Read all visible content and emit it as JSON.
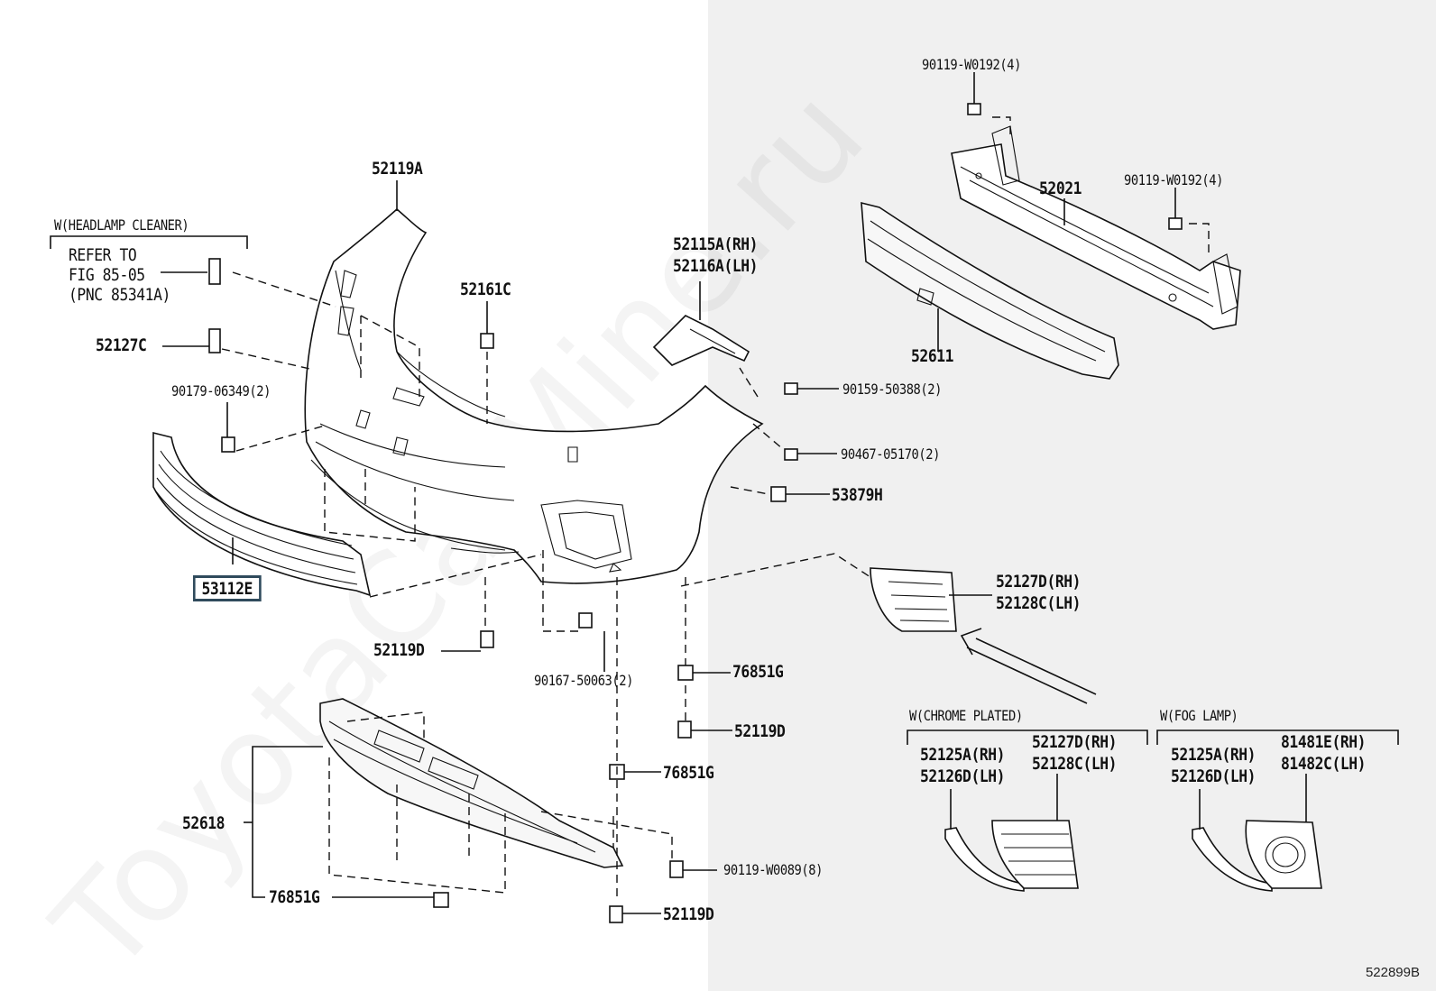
{
  "diagram": {
    "watermark": "ToyotaCarMine.ru",
    "doc_id": "522899B",
    "groups": {
      "headlamp_cleaner": "W(HEADLAMP CLEANER)",
      "chrome_plated": "W(CHROME PLATED)",
      "fog_lamp": "W(FOG LAMP)"
    },
    "refer": {
      "line1": "REFER TO",
      "line2": "FIG 85-05",
      "line3": "(PNC 85341A)"
    },
    "parts": {
      "p52119a": "52119A",
      "p52161c": "52161C",
      "p52127c": "52127C",
      "p90179": "90179-06349(2)",
      "p53112e": "53112E",
      "p52119d_a": "52119D",
      "p90167": "90167-50063(2)",
      "p52115a": "52115A(RH)",
      "p52116a": "52116A(LH)",
      "p90159": "90159-50388(2)",
      "p90467": "90467-05170(2)",
      "p53879h": "53879H",
      "p90119_top": "90119-W0192(4)",
      "p90119_right": "90119-W0192(4)",
      "p52021": "52021",
      "p52611": "52611",
      "p52127d": "52127D(RH)",
      "p52128c": "52128C(LH)",
      "p76851g_a": "76851G",
      "p52119d_b": "52119D",
      "p76851g_b": "76851G",
      "p52618": "52618",
      "p76851g_c": "76851G",
      "p90119_w0089": "90119-W0089(8)",
      "p52119d_c": "52119D",
      "chrome_52125a": "52125A(RH)",
      "chrome_52126d": "52126D(LH)",
      "chrome_52127d": "52127D(RH)",
      "chrome_52128c": "52128C(LH)",
      "fog_52125a": "52125A(RH)",
      "fog_52126d": "52126D(LH)",
      "fog_81481e": "81481E(RH)",
      "fog_81482c": "81482C(LH)"
    }
  }
}
